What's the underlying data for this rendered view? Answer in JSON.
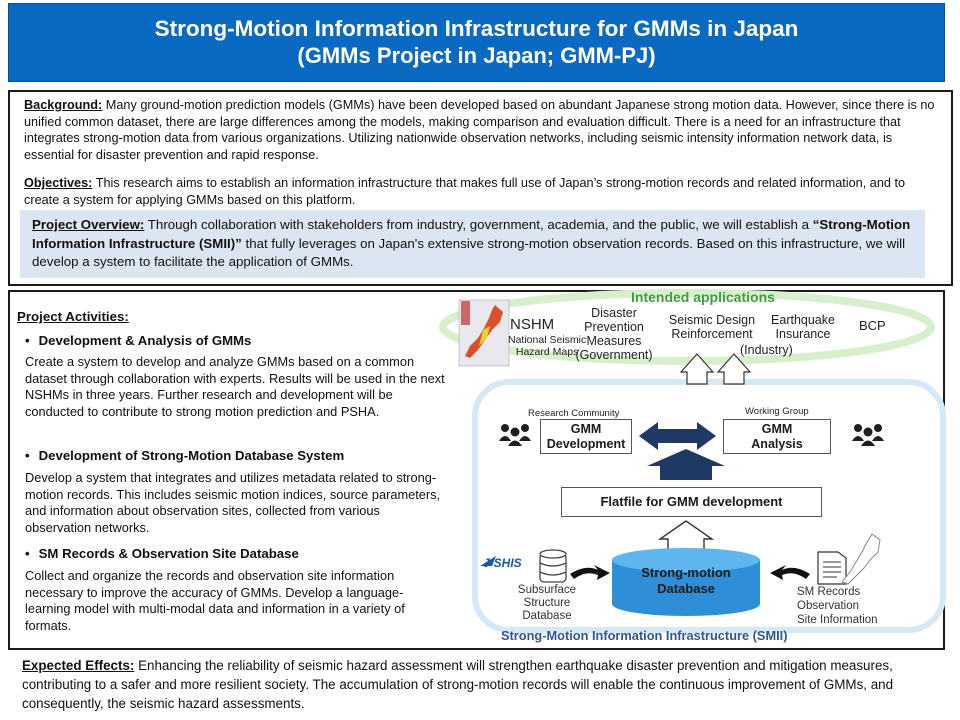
{
  "header": {
    "title_line1": "Strong-Motion Information Infrastructure for GMMs in Japan",
    "title_line2": "(GMMs Project in Japan; GMM-PJ)"
  },
  "background": {
    "label": "Background:",
    "text": " Many ground-motion prediction models (GMMs) have been developed based on abundant Japanese strong motion data. However, since there is no unified common dataset, there are large differences among the models, making comparison and evaluation difficult. There is a need for an infrastructure that integrates strong-motion data from various organizations. Utilizing nationwide observation networks, including seismic intensity information network data, is essential for disaster prevention and rapid response."
  },
  "objectives": {
    "label": "Objectives:",
    "text": " This research aims to establish an information infrastructure that makes full use of Japan’s strong-motion records and related information, and to create a system for applying GMMs based on this platform."
  },
  "overview": {
    "label": "Project Overview:",
    "text_before": "  Through collaboration with stakeholders from industry, government, academia, and the public, we will establish a ",
    "highlight": "“Strong-Motion Information Infrastructure (SMII)”",
    "text_after": " that fully leverages on Japan's extensive strong-motion observation records. Based on this infrastructure, we will develop a system to facilitate the application of GMMs."
  },
  "activities": {
    "heading": "Project Activities:",
    "items": [
      {
        "title": "Development & Analysis of GMMs",
        "text": "Create a system to develop and analyze GMMs based on a common dataset through collaboration with experts. Results will be used in the next NSHMs in three years. Further research and development will be conducted to contribute to strong motion prediction and PSHA."
      },
      {
        "title": "Development of Strong-Motion Database System",
        "text": "Develop a system that integrates and utilizes metadata related to strong-motion records. This includes seismic motion indices, source parameters, and information about observation sites, collected from various observation networks."
      },
      {
        "title": "SM Records & Observation Site Database",
        "text": "Collect and organize the records and observation site information necessary to improve the accuracy of GMMs. Develop a language-learning model with multi-modal data and information in a variety of formats."
      }
    ]
  },
  "diagram": {
    "intended_title": "Intended applications",
    "nshm": "NSHM",
    "nshm_sub1": "National Seismic",
    "nshm_sub2": "Hazard Maps",
    "disaster": [
      "Disaster",
      "Prevention",
      "Measures",
      "(Government)"
    ],
    "seismic": [
      "Seismic Design",
      "Reinforcement"
    ],
    "insurance": [
      "Earthquake",
      "Insurance"
    ],
    "industry": "(Industry)",
    "bcp": "BCP",
    "research_community": "Research Community",
    "working_group": "Working Group",
    "gmm_dev": [
      "GMM",
      "Development"
    ],
    "gmm_ana": [
      "GMM",
      "Analysis"
    ],
    "flatfile": "Flatfile for GMM development",
    "database": [
      "Strong-motion",
      "Database"
    ],
    "jshis": "J-SHIS",
    "subsurface": [
      "Subsurface",
      "Structure",
      "Database"
    ],
    "smrecords": [
      "SM Records",
      "Observation",
      "Site Information"
    ],
    "smii_label": "Strong-Motion Information Infrastructure (SMII)",
    "colors": {
      "banner": "#0a6ac2",
      "overview_bg": "#dce6f3",
      "navy": "#1f3864",
      "cyl_top": "#5fb6ef",
      "cyl_body": "#2e8ed8",
      "green": "#3aa03a",
      "smii_text": "#2f5597"
    }
  },
  "effects": {
    "label": "Expected Effects:",
    "text": "  Enhancing the reliability of seismic hazard assessment will strengthen earthquake disaster prevention and mitigation measures, contributing to a safer and more resilient society. The accumulation of strong-motion records will enable the continuous improvement of GMMs, and consequently, the seismic hazard assessments."
  }
}
